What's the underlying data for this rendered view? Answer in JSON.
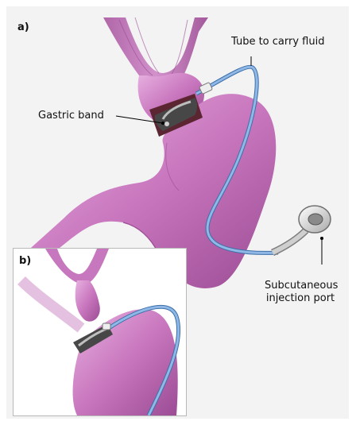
{
  "panels": {
    "a": "a)",
    "b": "b)"
  },
  "labels": {
    "tube": "Tube to carry fluid",
    "band": "Gastric band",
    "port_line1": "Subcutaneous",
    "port_line2": "injection port"
  },
  "colors": {
    "stomach": "#c977be",
    "stomach_shadow": "#a2569c",
    "stomach_highlight": "#e4a9df",
    "tube": "#6f9fd6",
    "band": "#474747",
    "band_dark": "#5b2631",
    "background": "#f3f3f4",
    "port": "#d8d8d8"
  }
}
